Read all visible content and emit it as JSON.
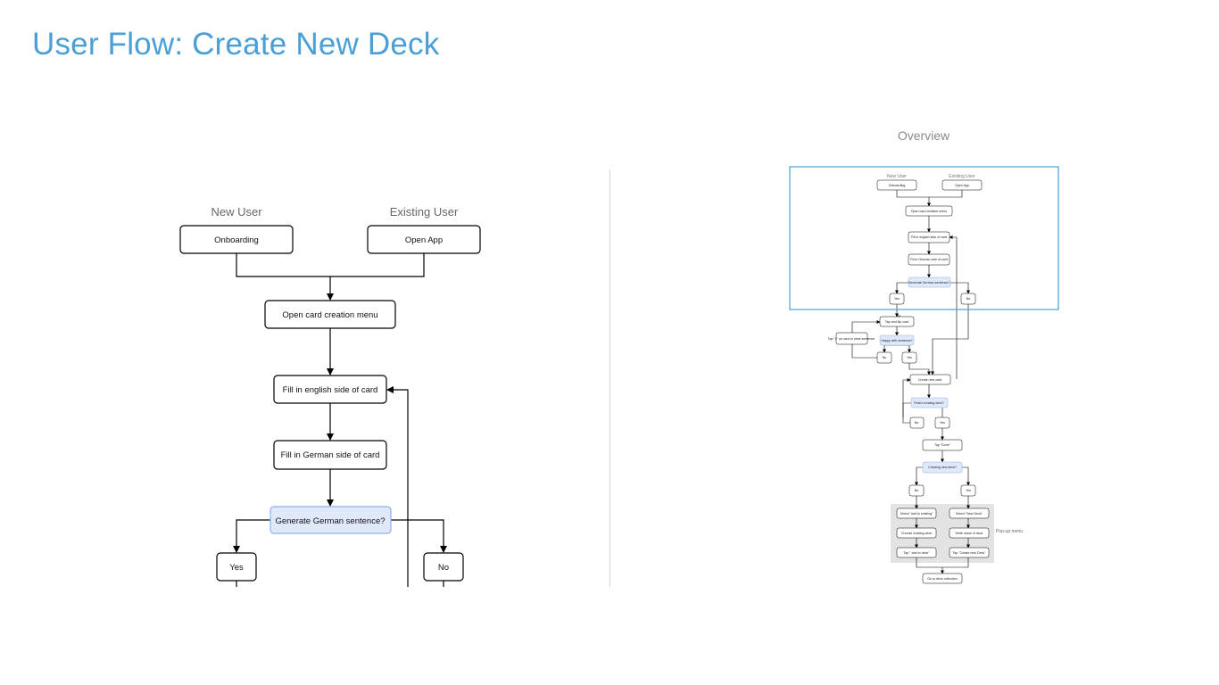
{
  "title": "User Flow: Create New Deck",
  "overview_label": "Overview",
  "main_flow": {
    "lanes": {
      "new_user": "New User",
      "existing_user": "Existing User"
    },
    "nodes": {
      "onboarding": "Onboarding",
      "open_app": "Open App",
      "open_menu": "Open card creation menu",
      "fill_english": "Fill in english side of card",
      "fill_german": "Fill in German side of card",
      "generate": "Generate German sentence?",
      "yes": "Yes",
      "no": "No"
    }
  },
  "overview": {
    "lanes": {
      "new_user": "New User",
      "existing_user": "Existing User"
    },
    "nodes": {
      "onboarding": "Onboarding",
      "open_app": "Open App",
      "open_menu": "Open card creation menu",
      "fill_english": "Fill in english side of card",
      "fill_german": "Fill in German side of card",
      "generate": "Generate German sentence?",
      "yes1": "Yes",
      "no1": "No",
      "tap_flip": "Tap and flip card",
      "tap_x": "Tap \"x\" on card to clear sentence",
      "happy": "Happy with sentence?",
      "no2": "No",
      "yes2": "Yes",
      "create_card": "Create new card",
      "finish": "Finish creating deck?",
      "no3": "No",
      "yes3": "Yes",
      "tap_done": "Tap \"Done\"",
      "creating_deck": "Creating new deck?",
      "no4": "No",
      "yes4": "Yes",
      "select_add": "Select \"add to existing\"",
      "choose_deck": "Choose existing deck",
      "tap_add": "Tap \" add to deck\"",
      "select_new": "Select \"New Deck\"",
      "write_name": "Write name of deck",
      "tap_create": "Tap \"Create new Deck\"",
      "goto": "Go to deck collection",
      "popup": "Pop-up menu"
    }
  },
  "colors": {
    "title": "#4a9fd6",
    "decision_fill": "#dfe9fb",
    "decision_stroke": "#8fb0e6",
    "viewport_stroke": "#4a9fd6",
    "popup_region": "#e3e3e3"
  }
}
